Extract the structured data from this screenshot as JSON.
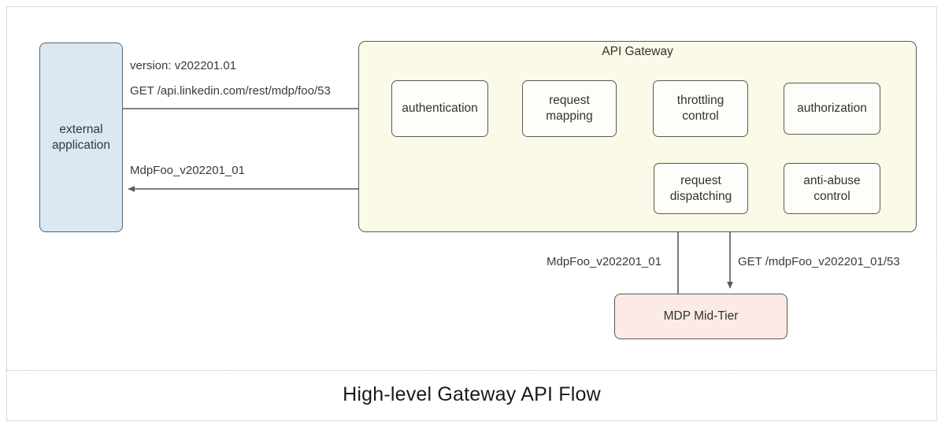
{
  "diagram": {
    "caption": "High-level Gateway API Flow",
    "client": {
      "label": "external\napplication"
    },
    "gateway": {
      "title": "API Gateway",
      "stages": [
        {
          "id": "authentication",
          "label": "authentication"
        },
        {
          "id": "request-mapping",
          "label": "request\nmapping"
        },
        {
          "id": "throttling-control",
          "label": "throttling\ncontrol"
        },
        {
          "id": "authorization",
          "label": "authorization"
        },
        {
          "id": "anti-abuse-control",
          "label": "anti-abuse\ncontrol"
        },
        {
          "id": "request-dispatching",
          "label": "request\ndispatching"
        }
      ]
    },
    "backend": {
      "label": "MDP Mid-Tier"
    },
    "edge_labels": {
      "version": "version: v202201.01",
      "request": "GET /api.linkedin.com/rest/mdp/foo/53",
      "response": "MdpFoo_v202201_01",
      "midtier_response": "MdpFoo_v202201_01",
      "midtier_request": "GET /mdpFoo_v202201_01/53"
    },
    "colors": {
      "client_fill": "#dae8f3",
      "gateway_fill": "#fbf9e7",
      "stage_fill": "#fdfdfa",
      "backend_fill": "#fbeae6",
      "stroke": "#5a5a52",
      "frame_border": "#b9b9b9"
    }
  }
}
